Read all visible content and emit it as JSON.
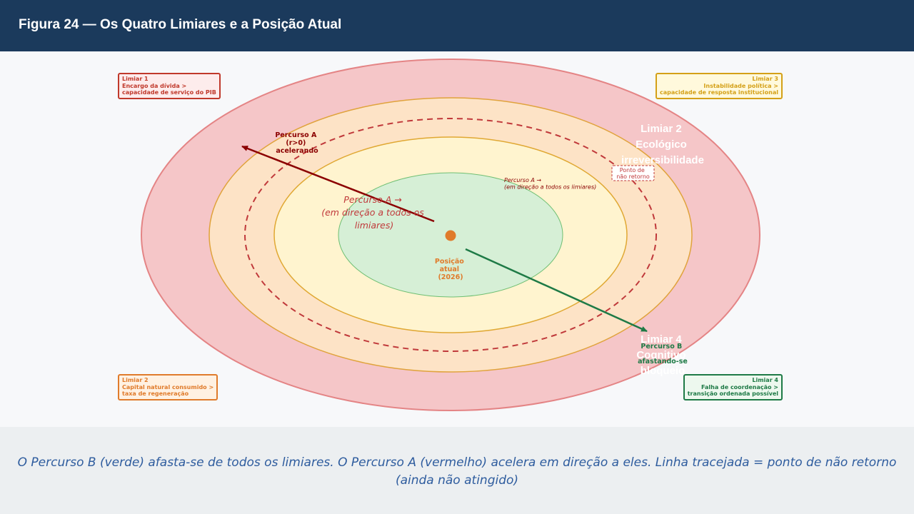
{
  "header": {
    "title": "Figura 24 — Os Quatro Limiares e a Posição Atual"
  },
  "diagram": {
    "rings": [
      {
        "name": "limiar-1-ring",
        "fill": "#f5c6c8",
        "stroke": "#e48485"
      },
      {
        "name": "limiar-2-ring",
        "fill": "#fde3c6",
        "stroke": "#e0a33c"
      },
      {
        "name": "limiar-3-ring",
        "fill": "#fff4cf",
        "stroke": "#e0a833"
      },
      {
        "name": "limiar-4-ring",
        "fill": "#d6efd6",
        "stroke": "#6fbf73"
      }
    ],
    "point_of_no_return_color": "#c0393b",
    "current_position": {
      "label_lines": [
        "Posição",
        "atual",
        "(2026)"
      ],
      "color": "#e07b2b"
    },
    "path_a": {
      "color": "#8b0000",
      "label_lines": [
        "Percurso A",
        "(r>0)",
        "acelerando"
      ],
      "inner_label_lines": [
        "Percurso A →",
        "(em direção a todos os",
        "limiares)"
      ],
      "small_label_lines": [
        "Percurso A →",
        "(em direção a todos os limiares)"
      ]
    },
    "path_b": {
      "color": "#1e7a46",
      "label_lines": [
        "Percurso B",
        "afastando-se"
      ]
    },
    "ring_labels": {
      "limiar2": [
        "Limiar 2",
        "Ecológico",
        "irreversibilidade"
      ],
      "limiar4": [
        "Limiar 4",
        "Cognitivo",
        "bloqueio"
      ]
    },
    "no_return_tag": [
      "Ponto de",
      "não retorno"
    ]
  },
  "legend_boxes": {
    "limiar1": {
      "lines": [
        "Limiar 1",
        "Encargo da dívida >",
        "capacidade de serviço do PIB"
      ],
      "color": "#c0392b",
      "bg": "#fdecec"
    },
    "limiar3": {
      "lines": [
        "Limiar 3",
        "Instabilidade política >",
        "capacidade de resposta institucional"
      ],
      "color": "#d4a017",
      "bg": "#fff9dc"
    },
    "limiar2": {
      "lines": [
        "Limiar 2",
        "Capital natural consumido >",
        "taxa de regeneração"
      ],
      "color": "#e07b2b",
      "bg": "#fff1e2"
    },
    "limiar4": {
      "lines": [
        "Limiar 4",
        "Falha de coordenação >",
        "transição ordenada possível"
      ],
      "color": "#1e7a46",
      "bg": "#edf8ee"
    }
  },
  "footer": {
    "line1": "O Percurso B (verde) afasta-se de todos os limiares. O Percurso A (vermelho) acelera em direção a eles. Linha tracejada = ponto de não retorno",
    "line2": "(ainda não atingido)"
  }
}
